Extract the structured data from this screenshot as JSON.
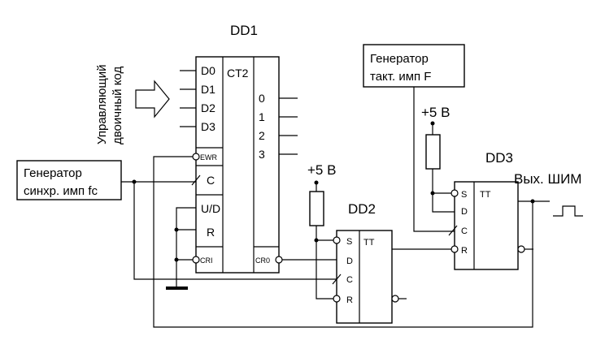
{
  "counter": {
    "name": "DD1",
    "type": "CT2",
    "inputs": [
      "D0",
      "D1",
      "D2",
      "D3"
    ],
    "outputs": [
      "0",
      "1",
      "2",
      "3"
    ],
    "pins": {
      "ewr": "EWR",
      "c": "C",
      "ud": "U/D",
      "r": "R",
      "cri": "CRI",
      "cro": "CR0"
    }
  },
  "control_label_line1": "Управляющий",
  "control_label_line2": "двоичный код",
  "gen_sync": {
    "line1": "Генератор",
    "line2": "синхр. имп fc"
  },
  "gen_clock": {
    "line1": "Генератор",
    "line2": "такт. имп F"
  },
  "ff2": {
    "name": "DD2",
    "type": "TT",
    "pins": [
      "S",
      "D",
      "C",
      "R"
    ]
  },
  "ff3": {
    "name": "DD3",
    "type": "TT",
    "pins": [
      "S",
      "D",
      "C",
      "R"
    ]
  },
  "supply1": "+5 В",
  "supply2": "+5 В",
  "output_label": "Вых. ШИМ"
}
